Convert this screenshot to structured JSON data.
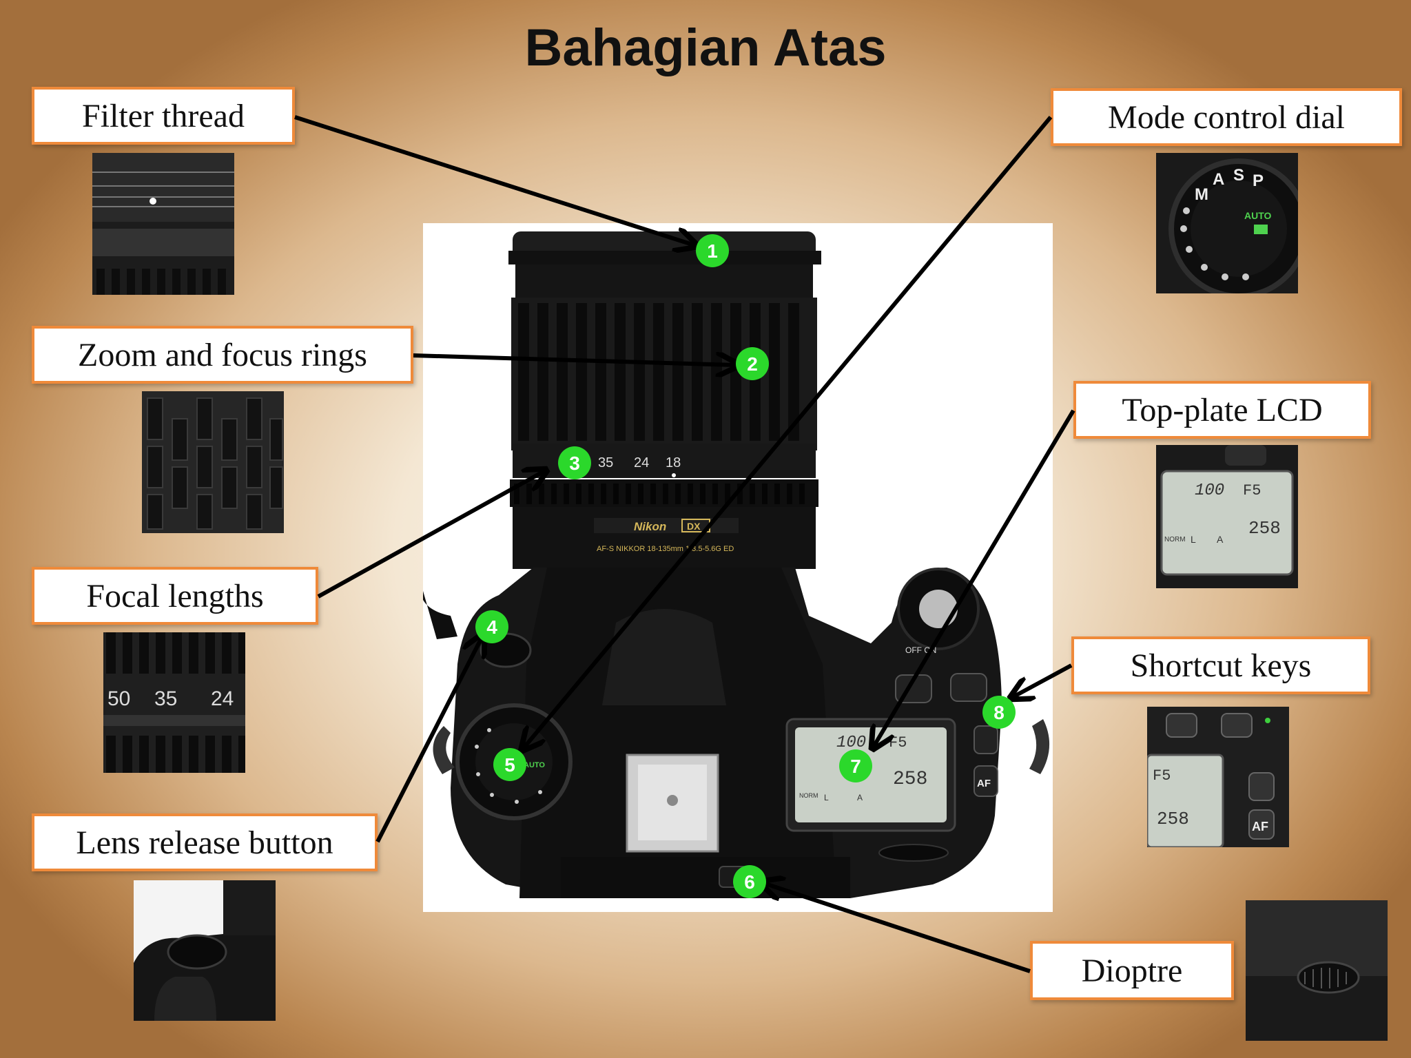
{
  "title": "Bahagian Atas",
  "labels": {
    "filter_thread": "Filter thread",
    "zoom_focus": "Zoom and focus rings",
    "focal_lengths": "Focal lengths",
    "lens_release": "Lens release button",
    "mode_dial": "Mode control dial",
    "top_lcd": "Top-plate LCD",
    "shortcut_keys": "Shortcut keys",
    "dioptre": "Dioptre"
  },
  "markers": [
    "1",
    "2",
    "3",
    "4",
    "5",
    "6",
    "7",
    "8"
  ],
  "camera_text": {
    "brand": "Nikon",
    "dx": "DX",
    "lens_model": "AF-S NIKKOR 18-135mm 1:3.5-5.6G ED",
    "focal_marks": [
      "35",
      "24",
      "18"
    ],
    "power_switch": "OFF  ON",
    "af_button": "AF",
    "auto_label": "AUTO",
    "lcd_iso": "100",
    "lcd_aperture": "F5",
    "lcd_count": "258",
    "lcd_norm": "NORM",
    "lcd_l": "L",
    "lcd_a": "A"
  },
  "thumbs": {
    "focal_marks": [
      "50",
      "35",
      "24"
    ],
    "mode_letters": [
      "M",
      "A",
      "S",
      "P"
    ],
    "mode_auto": "AUTO",
    "lcd_iso": "100",
    "lcd_aperture": "F5",
    "lcd_count": "258",
    "lcd_norm": "NORM",
    "lcd_l": "L",
    "lcd_a": "A",
    "shortcut_aperture": "F5",
    "shortcut_count": "258",
    "shortcut_af": "AF"
  },
  "colors": {
    "label_border": "#ef8a3a",
    "marker": "#2bd82b",
    "camera_body": "#141414",
    "lcd": "#c9d0c7"
  }
}
